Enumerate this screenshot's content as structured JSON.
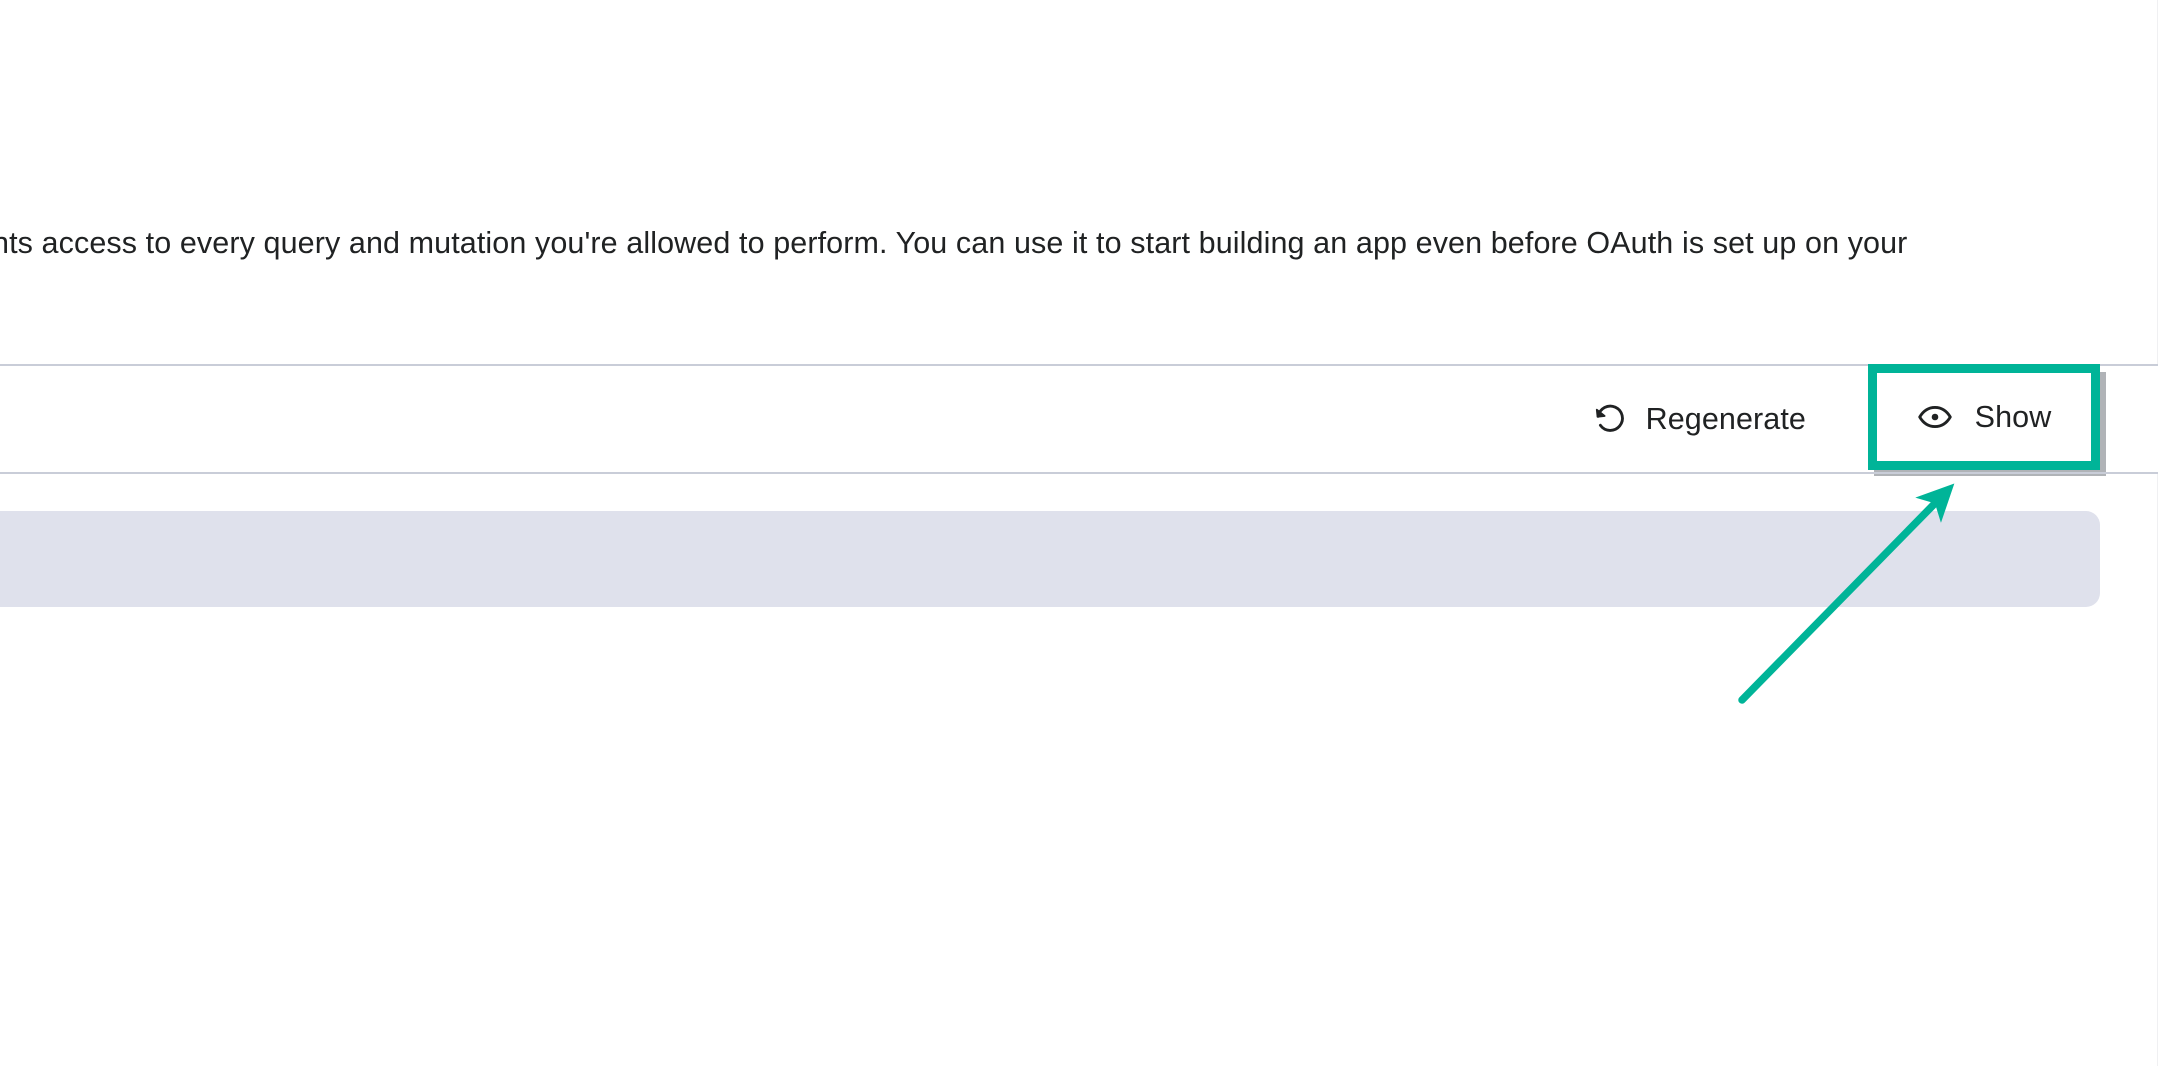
{
  "page": {
    "background_color": "#ffffff",
    "text_color": "#202223"
  },
  "content": {
    "description": "nts access to every query and mutation you're allowed to perform. You can use it to start building an app even before OAuth is set up on your"
  },
  "token_field": {
    "masked_value": "",
    "fill_color": "#dfe1ec"
  },
  "actions": {
    "regenerate": {
      "label": "Regenerate",
      "icon": "rotate-counterclockwise-icon"
    },
    "show": {
      "label": "Show",
      "icon": "eye-icon",
      "highlighted": true
    }
  },
  "annotation": {
    "highlight_color": "#00b498",
    "arrow": {
      "color": "#00b498",
      "points_to": "show-button"
    }
  },
  "dividers": {
    "color": "#c9cdd8",
    "count": 2
  }
}
